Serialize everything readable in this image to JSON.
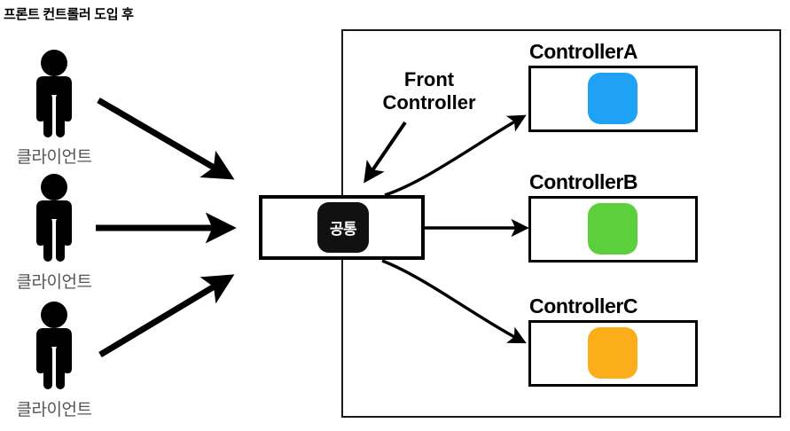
{
  "diagram": {
    "title": "프론트 컨트롤러 도입 후",
    "type": "architecture-flow",
    "background": "#ffffff"
  },
  "clients": [
    {
      "label": "클라이언트",
      "icon": "person-icon",
      "color": "#000000",
      "label_color": "#555555"
    },
    {
      "label": "클라이언트",
      "icon": "person-icon",
      "color": "#000000",
      "label_color": "#555555"
    },
    {
      "label": "클라이언트",
      "icon": "person-icon",
      "color": "#000000",
      "label_color": "#555555"
    }
  ],
  "front_controller": {
    "caption_line1": "Front",
    "caption_line2": "Controller",
    "chip_label": "공통",
    "chip_color": "#111111",
    "chip_text_color": "#ffffff",
    "box_border_color": "#000000"
  },
  "controllers": [
    {
      "label": "ControllerA",
      "chip_color": "#1FA1F5"
    },
    {
      "label": "ControllerB",
      "chip_color": "#5CCF3C"
    },
    {
      "label": "ControllerC",
      "chip_color": "#FBAE1A"
    }
  ],
  "container": {
    "border_color": "#1a1a1a",
    "label": ""
  },
  "arrows": {
    "client_to_front": 3,
    "front_to_controller": 3,
    "style": "solid-black"
  }
}
